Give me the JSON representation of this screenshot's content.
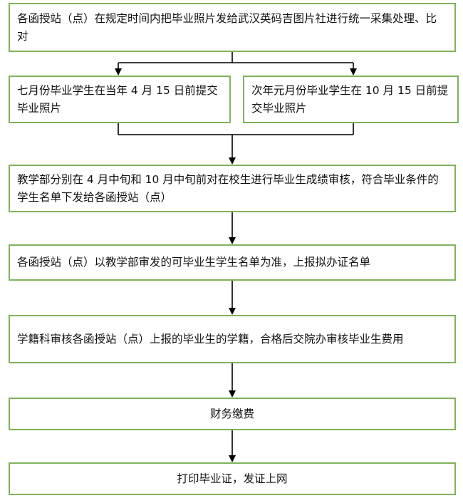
{
  "flow": {
    "step1": "各函授站（点）在规定时间内把毕业照片发给武汉英码吉图片社进行统一采集处理、比对",
    "step2_left": "七月份毕业学生在当年 4 月 15 日前提交毕业照片",
    "step2_right": "次年元月份毕业学生在 10 月 15 日前提交毕业照片",
    "step3": "教学部分别在 4 月中旬和 10 月中旬前对在校生进行毕业生成绩审核，符合毕业条件的学生名单下发给各函授站（点）",
    "step4": "各函授站（点）以教学部审发的可毕业生学生名单为准，上报拟办证名单",
    "step5": "学籍科审核各函授站（点）上报的毕业生的学籍，合格后交院办审核毕业生费用",
    "step6": "财务缴费",
    "step7": "打印毕业证，发证上网"
  },
  "colors": {
    "box_border": "#7fb35a",
    "connector": "#000000"
  }
}
